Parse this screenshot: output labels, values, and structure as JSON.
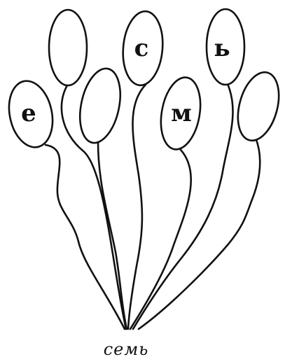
{
  "balloons": [
    {
      "id": "b1",
      "letter": "е"
    },
    {
      "id": "b2",
      "letter": ""
    },
    {
      "id": "b3",
      "letter": ""
    },
    {
      "id": "b4",
      "letter": "с"
    },
    {
      "id": "b5",
      "letter": "м"
    },
    {
      "id": "b6",
      "letter": "ь"
    },
    {
      "id": "b7",
      "letter": ""
    }
  ],
  "word": "семь"
}
